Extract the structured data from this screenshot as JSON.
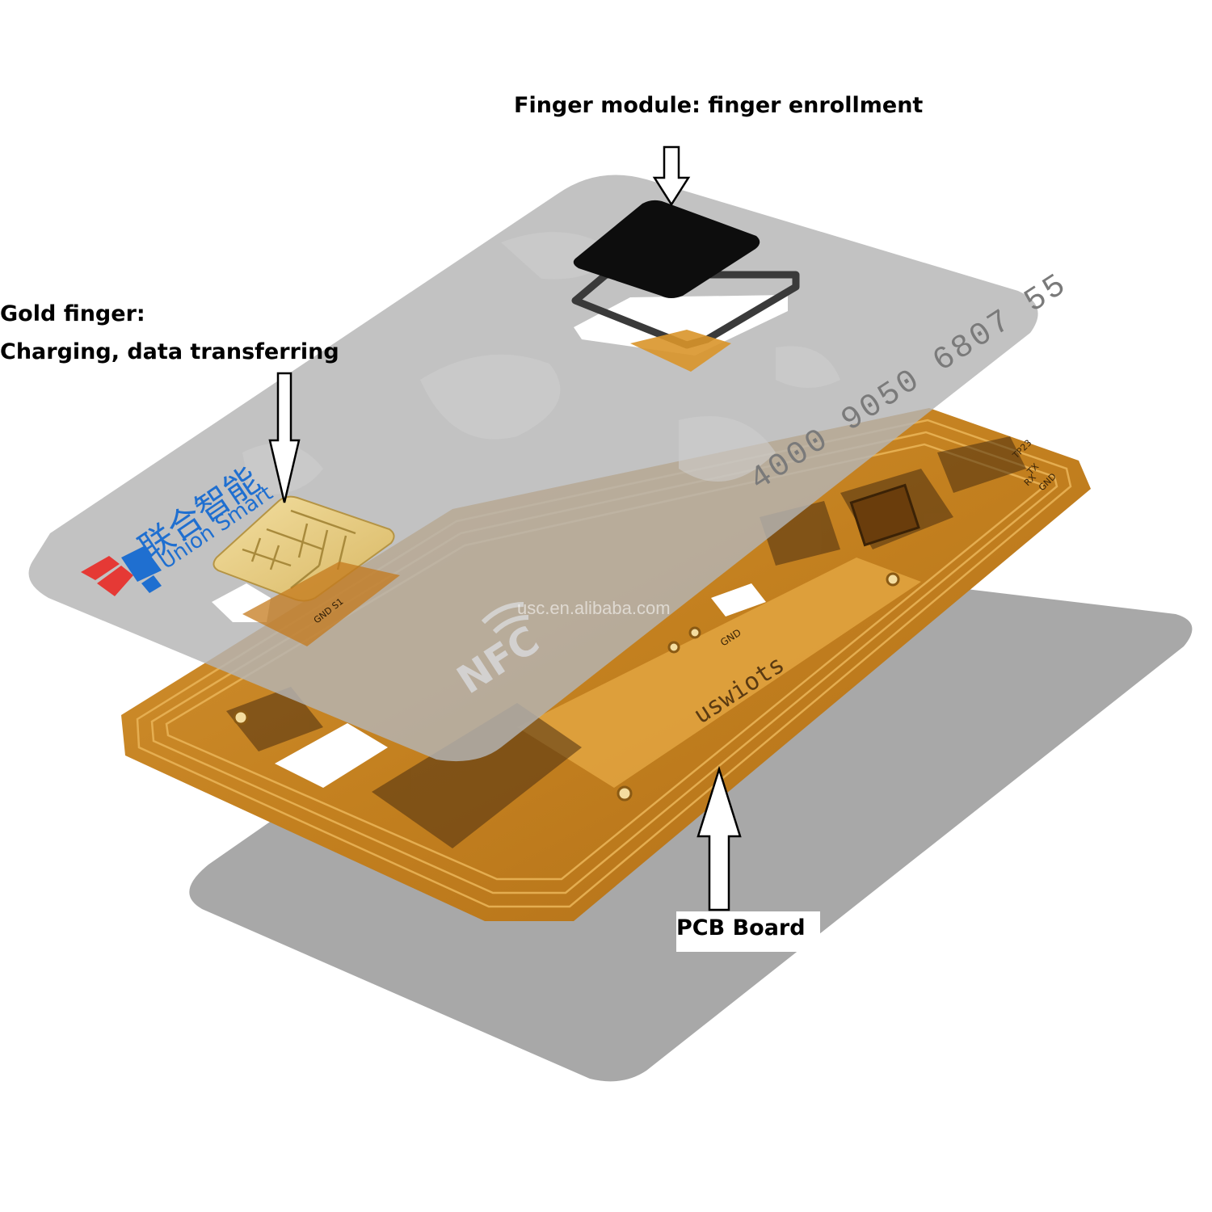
{
  "labels": {
    "finger_module": "Finger module: finger enrollment",
    "gold_finger_title": "Gold finger:",
    "gold_finger_desc": "Charging, data transferring",
    "pcb_board": "PCB Board"
  },
  "card": {
    "brand_cn": "联合智能",
    "brand_en": "Union Smart",
    "card_number": "4000 9050 6807 55",
    "nfc_text": "NFC",
    "watermark": "usc.en.alibaba.com",
    "chip_text": "GND S1"
  },
  "pcb": {
    "silkscreen": "uswiots",
    "gnd_label": "GND",
    "pin_labels": [
      "TP23",
      "TX",
      "GND",
      "RX"
    ]
  },
  "colors": {
    "card_gray": "#a8a8a8",
    "pcb_orange": "#c98a2a",
    "pcb_copper": "#e2a441",
    "gold_chip": "#e8cd86",
    "sensor_black": "#0d0d0d",
    "brand_blue": "#1f6fd0",
    "brand_red": "#e53935"
  }
}
